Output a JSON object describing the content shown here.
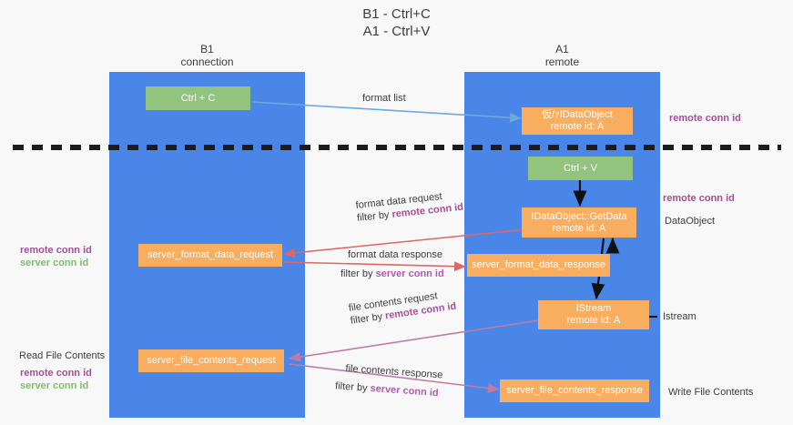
{
  "title": {
    "line1": "B1 - Ctrl+C",
    "line2": "A1 - Ctrl+V"
  },
  "columns": [
    {
      "name": "B1",
      "sub": "connection"
    },
    {
      "name": "A1",
      "sub": "remote"
    }
  ],
  "colors": {
    "lane": "#4a86e8",
    "green_node": "#93c47d",
    "orange_node": "#f9ad5f",
    "purple_text": "#a64d9a",
    "green_text": "#7dbd6a",
    "blue_arrow": "#6fa8dc",
    "red_arrow": "#e06666",
    "magenta_arrow": "#c27ba0",
    "black_arrow": "#000000",
    "divider": "#1c1c1c",
    "background": "#f8f8f8"
  },
  "nodes": {
    "ctrl_c": {
      "line1": "Ctrl + C"
    },
    "ctrl_v": {
      "line1": "Ctrl + V"
    },
    "idataobject": {
      "line1": "仮/ｧIDataObject",
      "line2": "remote id: A"
    },
    "idataobject_getdata": {
      "line1": "IDataObject::GetData",
      "line2": "remote id: A"
    },
    "istream": {
      "line1": "IStream",
      "line2": "remote id: A"
    },
    "server_format_data_request": {
      "line1": "server_format_data_request"
    },
    "server_format_data_response": {
      "line1": "server_format_data_response"
    },
    "server_file_contents_request": {
      "line1": "server_file_contents_request"
    },
    "server_file_contents_response": {
      "line1": "server_file_contents_response"
    }
  },
  "edge_labels": {
    "format_list": "format list",
    "format_data_request": "format data request",
    "format_data_request_filter_prefix": "filter by ",
    "format_data_request_filter_key": "remote conn id",
    "format_data_response": "format data response",
    "format_data_response_filter_prefix": "filter by ",
    "format_data_response_filter_key": "server conn id",
    "file_contents_request": "file contents request",
    "file_contents_request_filter_prefix": "filter by ",
    "file_contents_request_filter_key": "remote conn id",
    "file_contents_response": "file contents response",
    "file_contents_response_filter_prefix": "filter by ",
    "file_contents_response_filter_key": "server conn id"
  },
  "annotations": {
    "right_remote_conn_id_top": "remote conn id",
    "right_remote_conn_id_mid": "remote conn id",
    "right_dataobject": "DataObject",
    "right_istream": "Istream",
    "right_write_file_contents": "Write File Contents",
    "left_remote_conn_id_mid": "remote conn id",
    "left_server_conn_id_mid": "server conn id",
    "left_read_file_contents": "Read File Contents",
    "left_remote_conn_id_bottom": "remote conn id",
    "left_server_conn_id_bottom": "server conn id"
  }
}
